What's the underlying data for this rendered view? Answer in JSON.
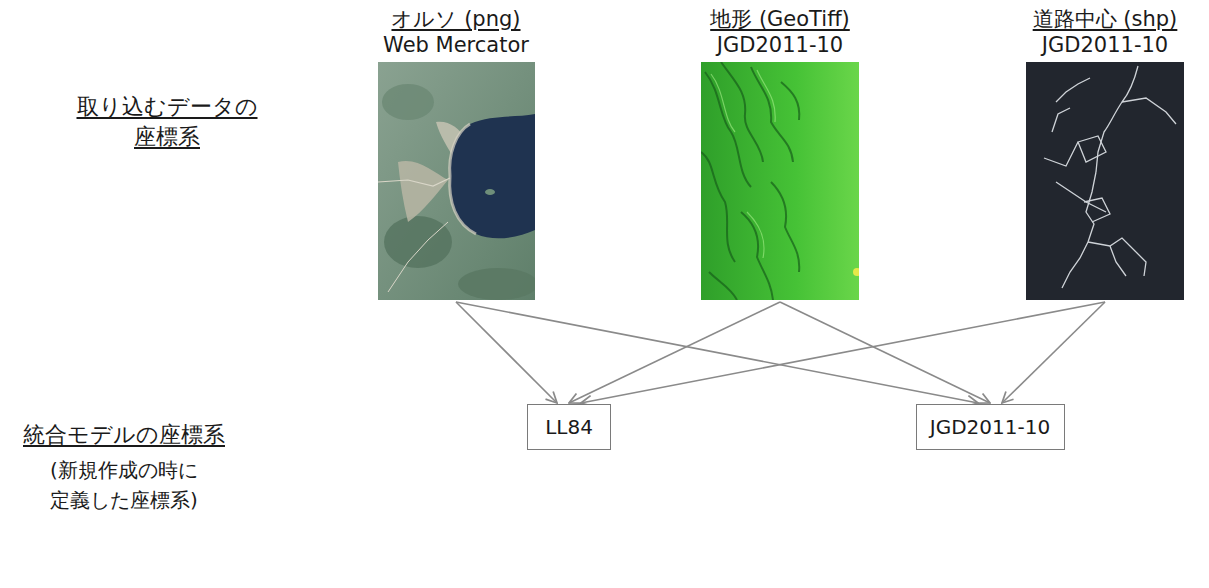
{
  "diagram": {
    "nodes": [
      {
        "text": [
          "オルソ (png)",
          "Web Mercator"
        ]
      },
      {
        "text": [
          "地形 (GeoTiff)",
          "JGD2011-10"
        ]
      },
      {
        "text": [
          "道路中心 (shp)",
          "JGD2011-10"
        ]
      },
      {
        "text": [
          "LL84"
        ]
      },
      {
        "text": [
          "JGD2011-10"
        ]
      }
    ],
    "edges": [
      {
        "from": 0,
        "to": 3,
        "arrow": "to"
      },
      {
        "from": 0,
        "to": 4,
        "arrow": "to"
      },
      {
        "from": 1,
        "to": 3,
        "arrow": "to"
      },
      {
        "from": 1,
        "to": 4,
        "arrow": "to"
      },
      {
        "from": 2,
        "to": 3,
        "arrow": "to"
      },
      {
        "from": 2,
        "to": 4,
        "arrow": "to"
      }
    ],
    "labels": [
      "取り込むデータの 座標系",
      "統合モデルの座標系",
      "(新規作成の時に 定義した座標系)"
    ]
  }
}
